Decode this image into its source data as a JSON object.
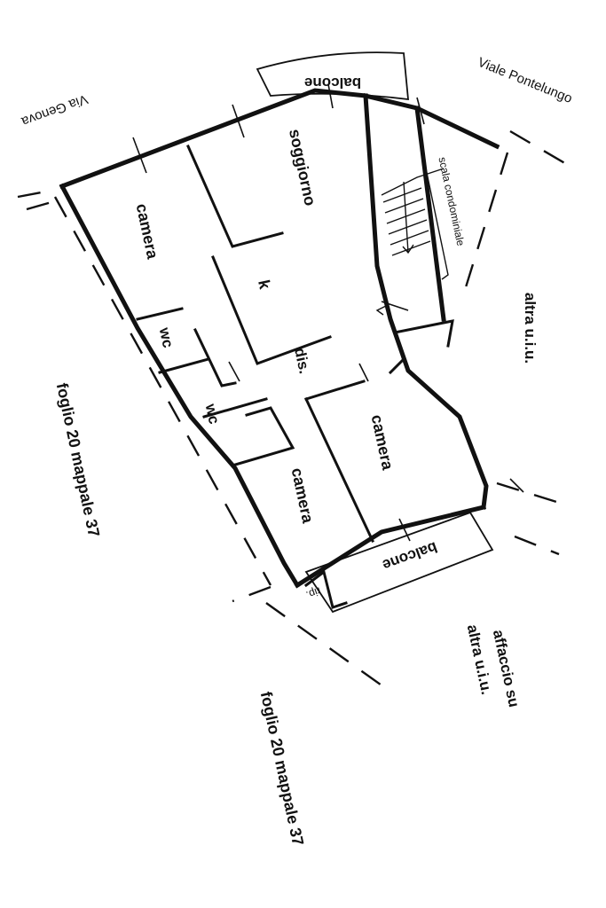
{
  "labels": {
    "via_genova": "Via Genova",
    "viale_pontelungo": "Viale Pontelungo",
    "balcone_top": "balcone",
    "balcone_bottom": "balcone",
    "soggiorno": "soggiorno",
    "camera_top_left": "camera",
    "camera_middle": "camera",
    "camera_right": "camera",
    "k": "k",
    "dis": "dis.",
    "wc_1": "wc",
    "wc_2": "wc",
    "rip": "rip.",
    "scala_condominiale": "scala condominiale",
    "altra_uiu_right": "altra u.i.u.",
    "affaccio_su": "affaccio su",
    "altra_uiu_bottom": "altra u.i.u.",
    "foglio_left": "foglio 20 mappale 37",
    "foglio_bottom": "foglio 20 mappale 37"
  },
  "colors": {
    "ink": "#111111",
    "background": "#ffffff"
  }
}
